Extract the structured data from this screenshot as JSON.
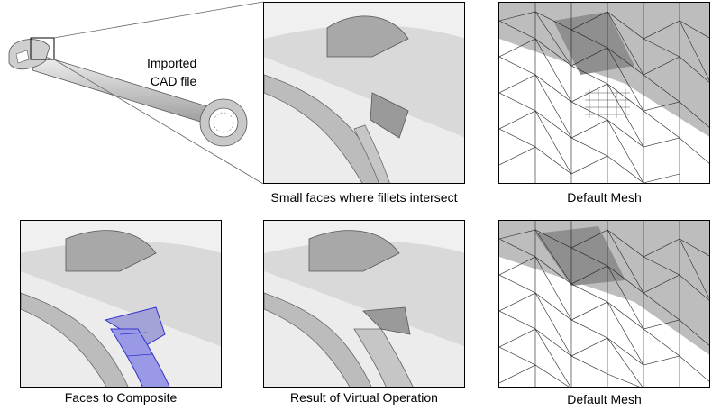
{
  "imported_label_line1": "Imported",
  "imported_label_line2": "CAD file",
  "captions": {
    "small_faces": "Small faces where fillets intersect",
    "default_mesh_top": "Default Mesh",
    "faces_to_composite": "Faces to Composite",
    "result_virtual": "Result of Virtual Operation",
    "default_mesh_bottom": "Default Mesh"
  },
  "colors": {
    "panel_border": "#000000",
    "highlight": "#3333cc",
    "surface_light": "#e6e6e6",
    "surface_mid": "#bdbdbd",
    "surface_dark": "#8c8c8c"
  }
}
